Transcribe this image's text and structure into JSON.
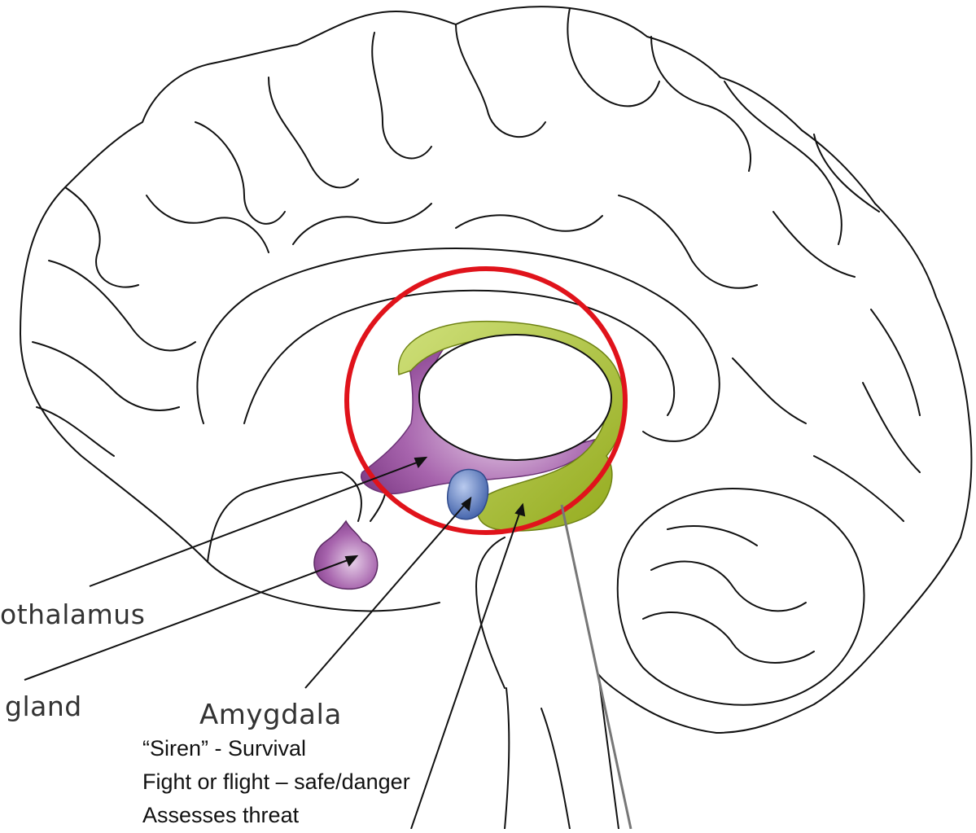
{
  "labels": {
    "hypothalamus": "othalamus",
    "pituitary": "gland",
    "amygdala": "Amygdala"
  },
  "notes": [
    "“Siren” - Survival",
    "Fight or flight – safe/danger",
    "Assesses threat"
  ],
  "colors": {
    "outline": "#111111",
    "hypothalamus_fill": "#9b4fa0",
    "amygdala_fill": "#5577bb",
    "hippocampus_fill": "#a6bb2a",
    "highlight_circle": "#e0131b"
  }
}
